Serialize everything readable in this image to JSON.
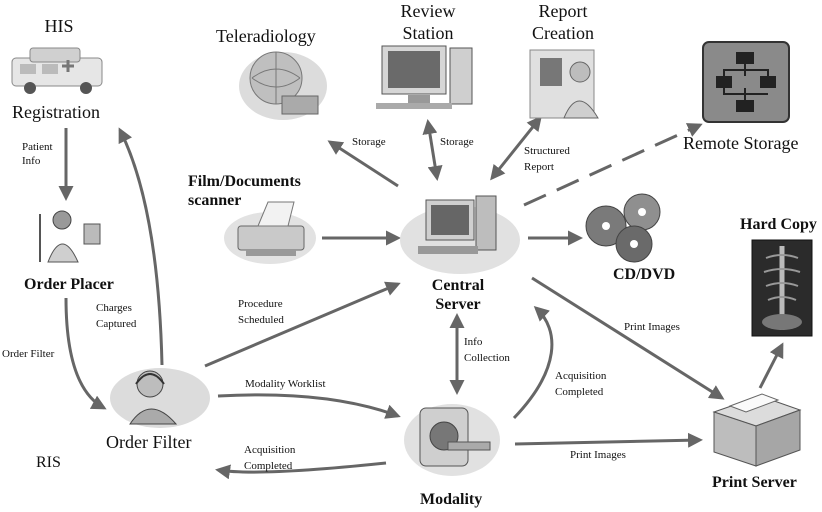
{
  "nodes": {
    "his": "HIS",
    "registration": "Registration",
    "teleradiology": "Teleradiology",
    "review_station": "Review\nStation",
    "report_creation": "Report\nCreation",
    "remote_storage": "Remote Storage",
    "film_scanner": "Film/Documents\nscanner",
    "central_server": "Central\nServer",
    "cd_dvd": "CD/DVD",
    "hard_copy": "Hard Copy",
    "order_placer": "Order Placer",
    "order_filter": "Order Filter",
    "ris": "RIS",
    "modality": "Modality",
    "print_server": "Print Server"
  },
  "edges": {
    "patient_info": "Patient\nInfo",
    "order_filter_edge": "Order Filter",
    "charges_captured": "Charges\nCaptured",
    "storage_1": "Storage",
    "storage_2": "Storage",
    "structured_report": "Structured\nReport",
    "procedure_scheduled": "Procedure\nScheduled",
    "info_collection": "Info\nCollection",
    "acquisition_completed_1": "Acquisition\nCompleted",
    "acquisition_completed_2": "Acquisition\nCompleted",
    "modality_worklist": "Modality Worklist",
    "print_images_1": "Print Images",
    "print_images_2": "Print Images"
  },
  "colors": {
    "arrow": "#666666",
    "icon_gray": "#9a9a9a",
    "icon_dark": "#444444",
    "remote_box": "#8a8a8a"
  }
}
